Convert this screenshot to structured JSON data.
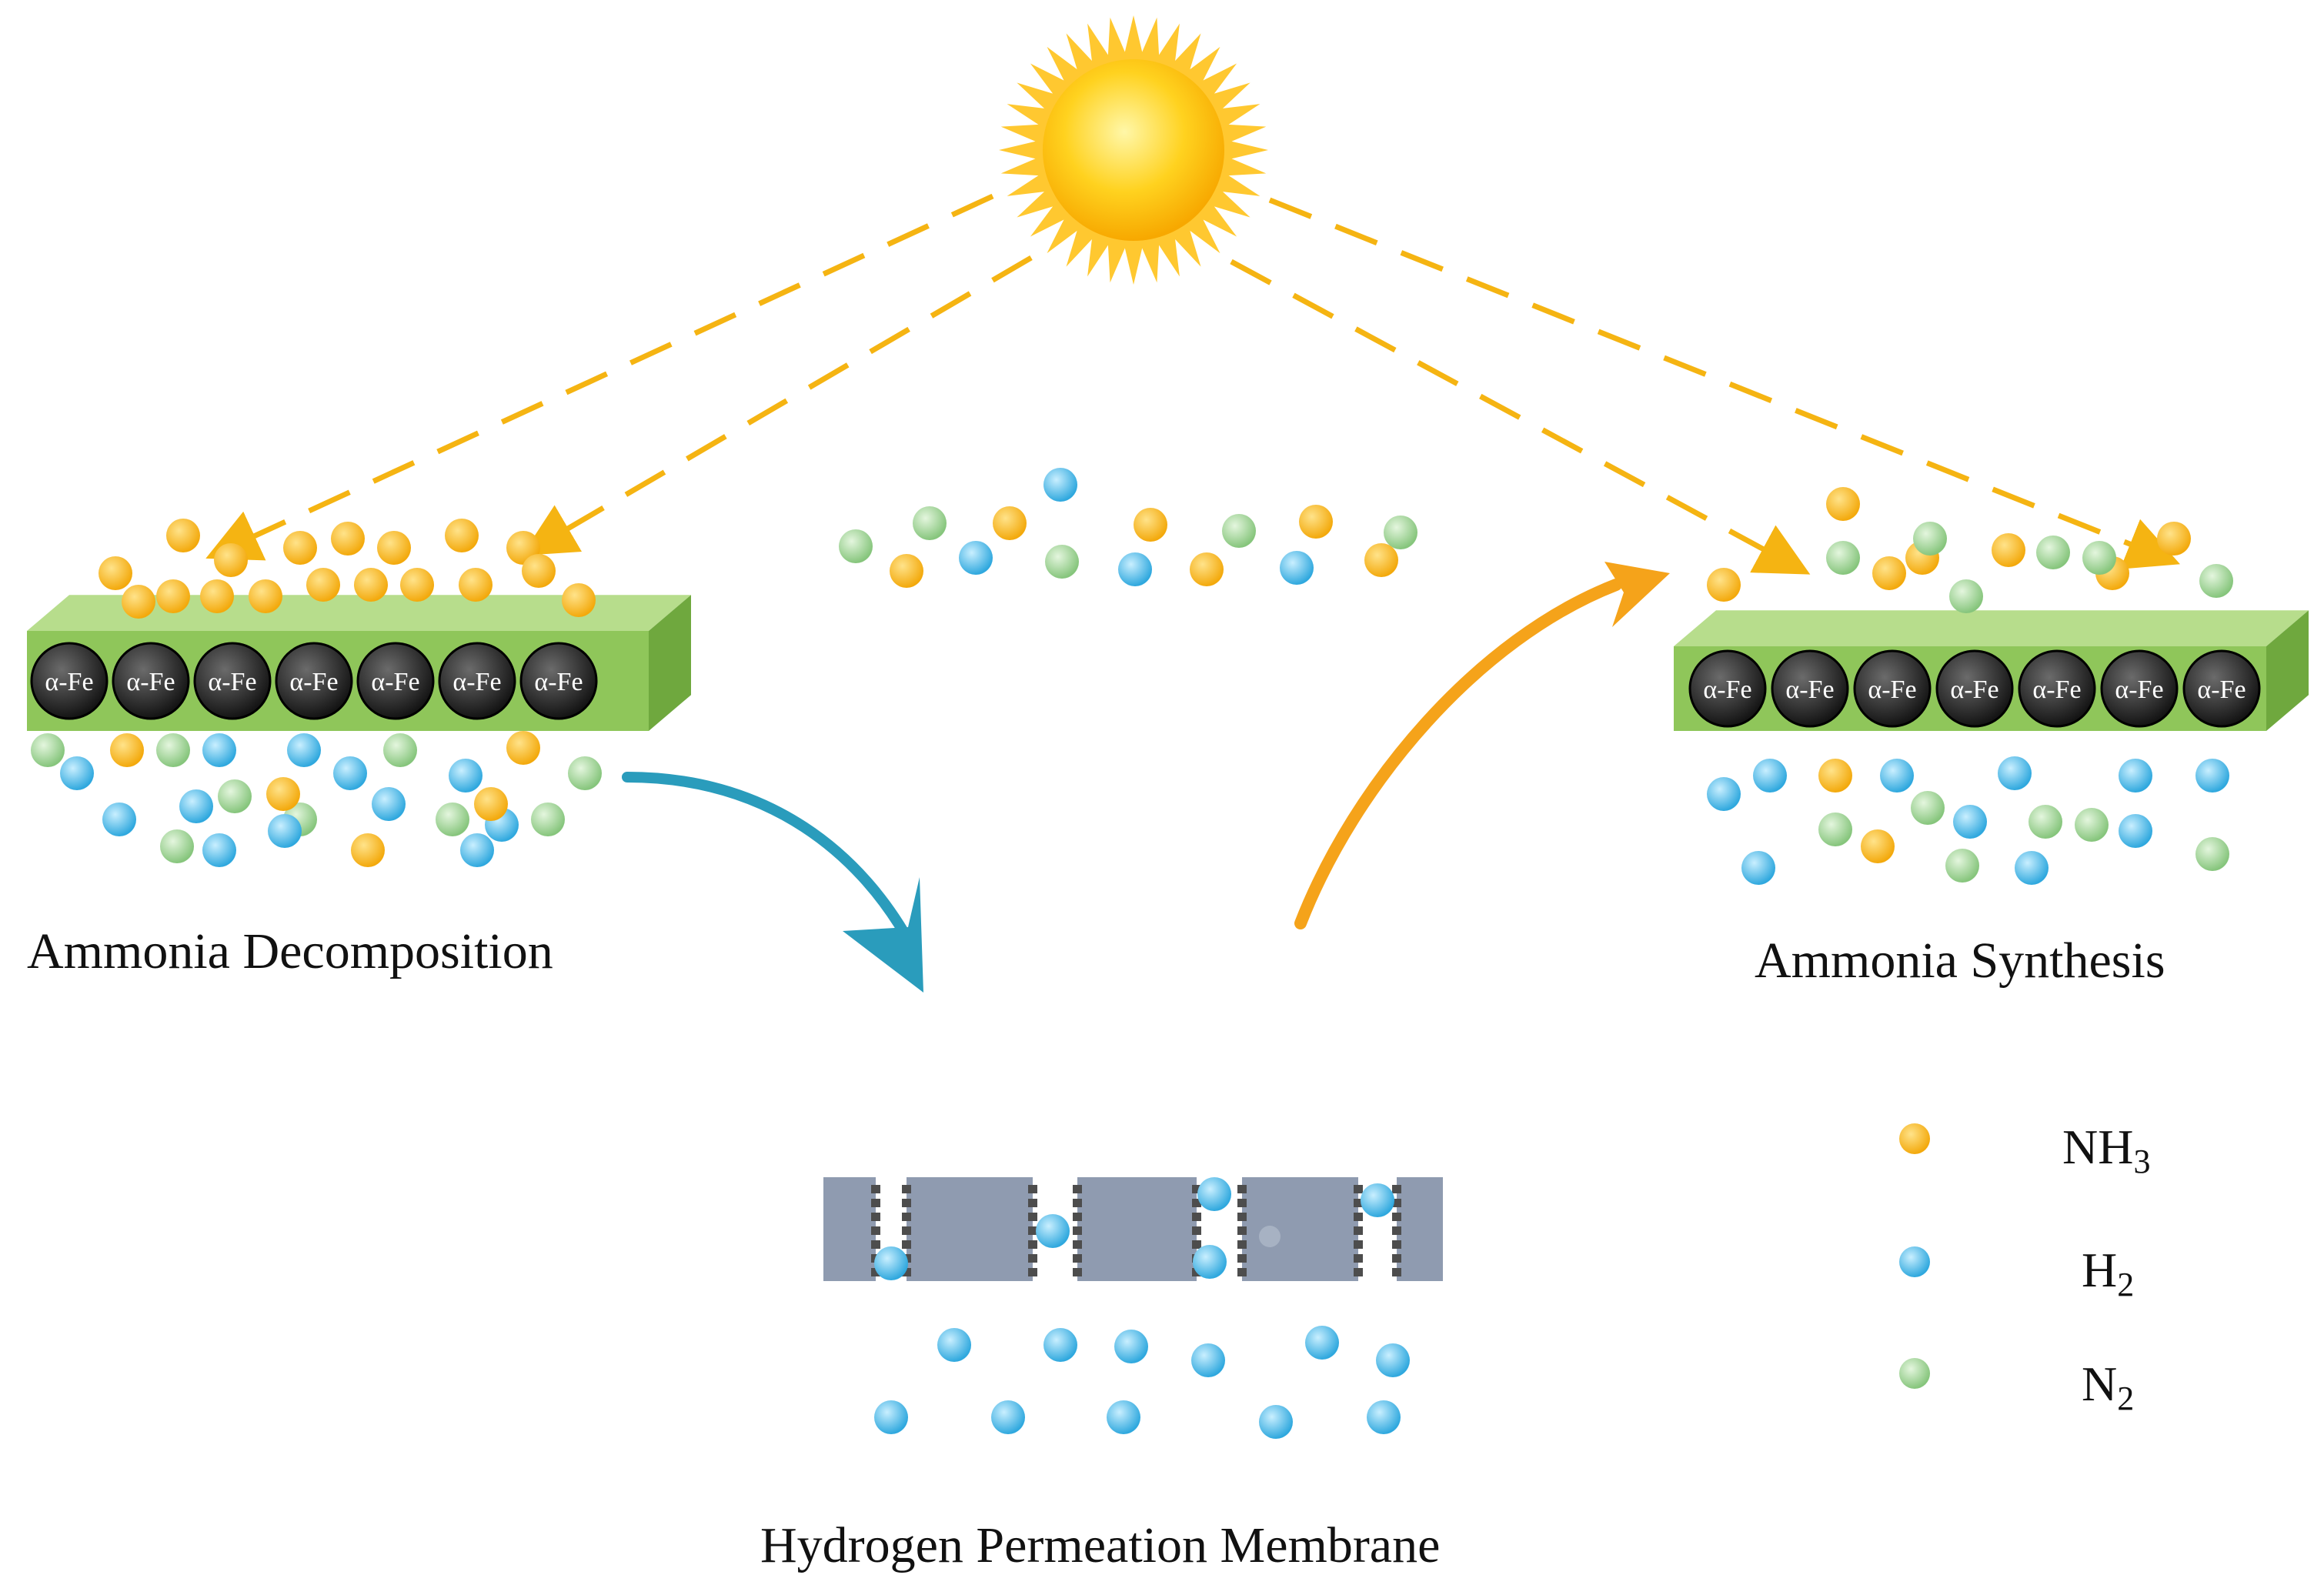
{
  "labels": {
    "decomposition": "Ammonia Decomposition",
    "synthesis": "Ammonia Synthesis",
    "membrane": "Hydrogen Permeation Membrane",
    "catalyst": "α-Fe"
  },
  "legend": [
    {
      "species": "nh3",
      "main": "NH",
      "sub": "3"
    },
    {
      "species": "h2",
      "main": "H",
      "sub": "2"
    },
    {
      "species": "n2",
      "main": "N",
      "sub": "2"
    }
  ],
  "colors": {
    "nh3": "#f6b71e",
    "h2": "#3fb4e3",
    "n2": "#93cf8a",
    "sun": "#ffc21a",
    "rays": "#f5b412",
    "catalyst_bar": "#8fc65a",
    "membrane": "#8f9bb0",
    "arrow_blue": "#2a9cbc",
    "arrow_orange": "#f5a31a"
  },
  "icons": {
    "sun": "sun-icon",
    "catalyst_atom": "alpha-fe-atom-icon",
    "membrane": "membrane-icon"
  }
}
